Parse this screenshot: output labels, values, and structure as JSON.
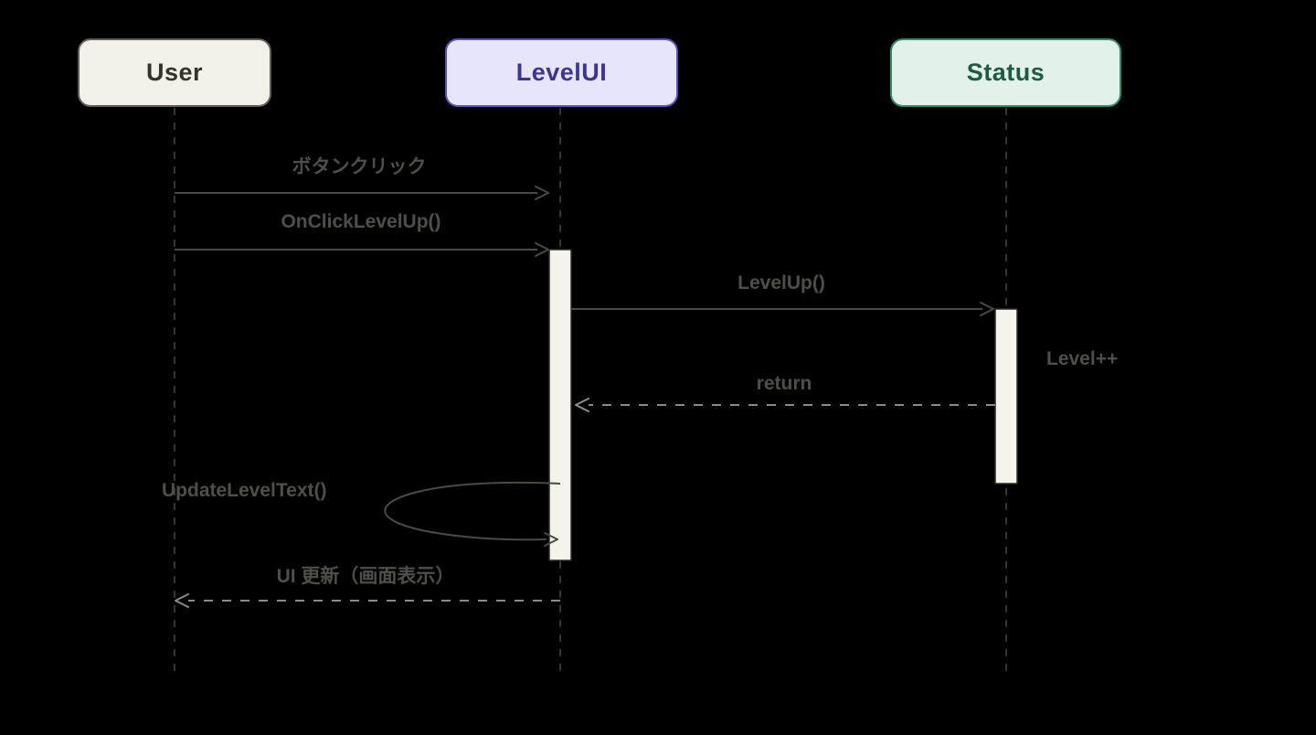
{
  "diagram": {
    "type": "sequence-diagram",
    "background_color": "#000000",
    "actors": [
      {
        "name": "User",
        "fill": "#f2f1e9",
        "border": "#5f5e57",
        "text_color": "#33332e"
      },
      {
        "name": "LevelUI",
        "fill": "#e7e5fb",
        "border": "#5b52c5",
        "text_color": "#3d3494"
      },
      {
        "name": "Status",
        "fill": "#e2f1e9",
        "border": "#2e8f68",
        "text_color": "#1d5b42"
      }
    ],
    "messages": [
      {
        "from": "User",
        "to": "LevelUI",
        "label": "ボタンクリック",
        "line_style": "solid"
      },
      {
        "from": "User",
        "to": "LevelUI",
        "label": "OnClickLevelUp()",
        "line_style": "solid"
      },
      {
        "from": "LevelUI",
        "to": "Status",
        "label": "LevelUp()",
        "line_style": "solid"
      },
      {
        "from": "Status",
        "to": "Status",
        "label": "Level++",
        "line_style": "none"
      },
      {
        "from": "Status",
        "to": "LevelUI",
        "label": "return",
        "line_style": "dashed"
      },
      {
        "from": "LevelUI",
        "to": "LevelUI",
        "label": "UpdateLevelText()",
        "line_style": "self-loop"
      },
      {
        "from": "LevelUI",
        "to": "User",
        "label": "UI 更新（画面表示）",
        "line_style": "dashed"
      }
    ],
    "colors": {
      "lifeline": "#343431",
      "solid_arrow": "#4a4a46",
      "dashed_arrow": "#8c8c87",
      "message_label": "#4f4f4a",
      "activation_fill": "#f5f4ec",
      "activation_border": "#2a2a27"
    }
  }
}
